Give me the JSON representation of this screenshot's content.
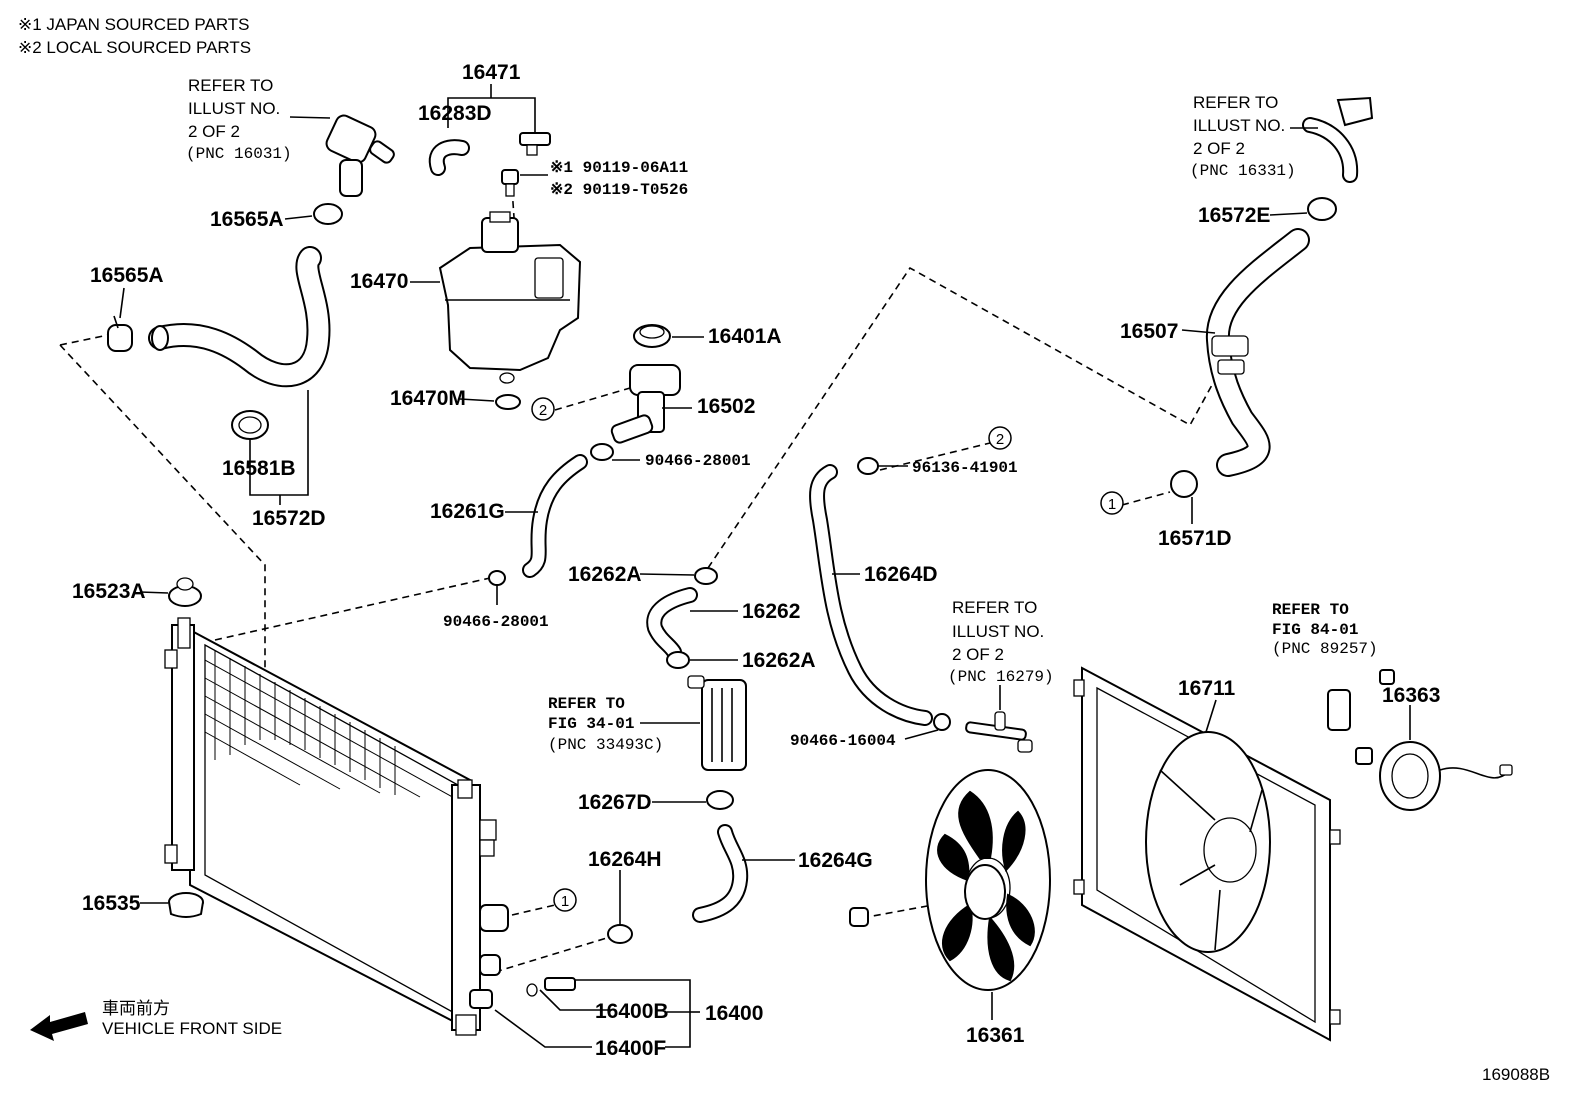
{
  "notes": {
    "note1": "※1 JAPAN SOURCED PARTS",
    "note2": "※2 LOCAL SOURCED PARTS"
  },
  "refs": {
    "ref_16031": [
      "REFER TO",
      "ILLUST NO.",
      "2 OF 2",
      "(PNC 16031)"
    ],
    "ref_16331": [
      "REFER TO",
      "ILLUST NO.",
      "2 OF 2",
      "(PNC 16331)"
    ],
    "ref_16279": [
      "REFER TO",
      "ILLUST NO.",
      "2 OF 2",
      "(PNC 16279)"
    ],
    "ref_33493c": [
      "REFER TO",
      "FIG 34-01",
      "(PNC 33493C)"
    ],
    "ref_89257": [
      "REFER TO",
      "FIG 84-01",
      "(PNC 89257)"
    ]
  },
  "parts": {
    "p16471": "16471",
    "p16283d": "16283D",
    "p190119_06a11": "※1 90119-06A11",
    "p290119_t0526": "※2 90119-T0526",
    "p16565a_top": "16565A",
    "p16565a_left": "16565A",
    "p16470": "16470",
    "p16401a": "16401A",
    "p16470m": "16470M",
    "p16502": "16502",
    "p90466_28001_top": "90466-28001",
    "p16581b": "16581B",
    "p16572d": "16572D",
    "p16261g": "16261G",
    "p16523a": "16523A",
    "p90466_28001_bot": "90466-28001",
    "p16262a_top": "16262A",
    "p16262": "16262",
    "p16262a_bot": "16262A",
    "p16267d": "16267D",
    "p16264h": "16264H",
    "p16264g": "16264G",
    "p16535": "16535",
    "p16400b": "16400B",
    "p16400": "16400",
    "p16400f": "16400F",
    "p96136_41901": "96136-41901",
    "p16264d": "16264D",
    "p90466_16004": "90466-16004",
    "p16572e": "16572E",
    "p16507": "16507",
    "p16571d": "16571D",
    "p16711": "16711",
    "p16363": "16363",
    "p16361": "16361"
  },
  "markers": {
    "m1_a": "1",
    "m1_b": "1",
    "m2_a": "2",
    "m2_b": "2"
  },
  "front": {
    "jp": "車両前方",
    "en": "VEHICLE FRONT SIDE"
  },
  "diagram_id": "169088B"
}
